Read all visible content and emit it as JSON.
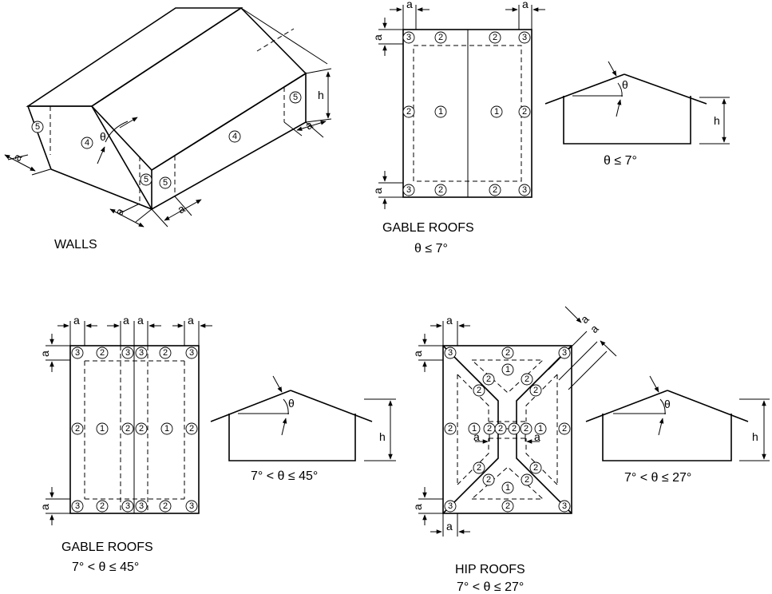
{
  "walls": {
    "caption": "WALLS",
    "dim_a": "a",
    "dim_h": "h",
    "theta": "θ",
    "zones": {
      "four": "4",
      "five": "5"
    }
  },
  "gable_low": {
    "caption": "GABLE ROOFS",
    "condition": "θ ≤ 7°",
    "section_condition": "θ ≤ 7°",
    "dim_a": "a",
    "dim_h": "h",
    "theta": "θ",
    "zones": {
      "one": "1",
      "two": "2",
      "three": "3"
    }
  },
  "gable_mid": {
    "caption": "GABLE ROOFS",
    "condition": "7° < θ ≤ 45°",
    "section_condition": "7° < θ ≤ 45°",
    "dim_a": "a",
    "dim_h": "h",
    "theta": "θ",
    "zones": {
      "one": "1",
      "two": "2",
      "three": "3"
    }
  },
  "hip": {
    "caption": "HIP ROOFS",
    "condition": "7° < θ ≤ 27°",
    "section_condition": "7° < θ ≤ 27°",
    "dim_a": "a",
    "dim_h": "h",
    "theta": "θ",
    "zones": {
      "one": "1",
      "two": "2",
      "three": "3"
    }
  }
}
